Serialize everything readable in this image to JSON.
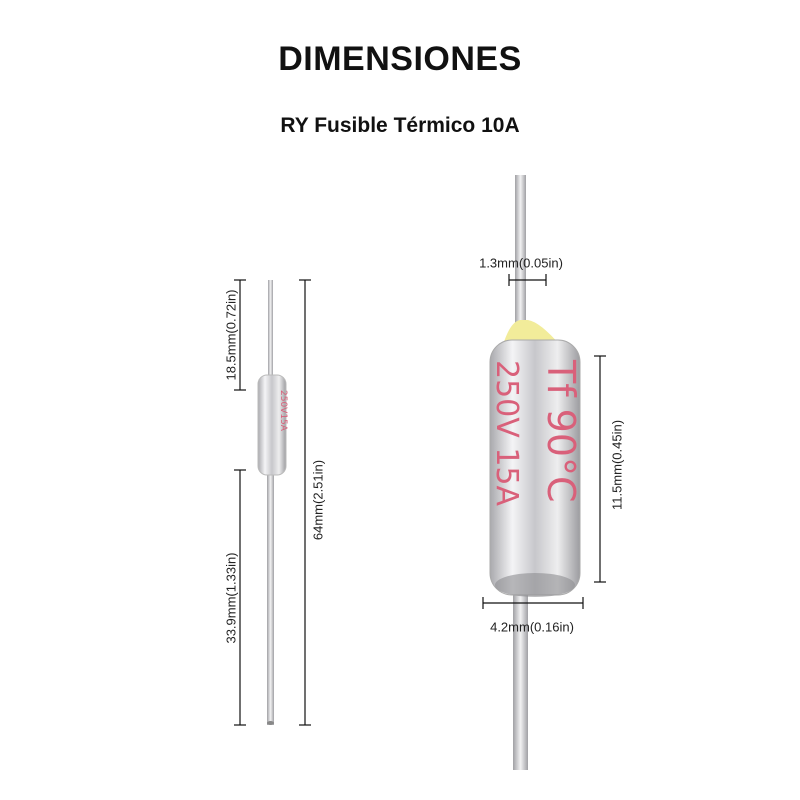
{
  "header": {
    "title": "DIMENSIONES",
    "subtitle": "RY Fusible Térmico 10A"
  },
  "small_fuse": {
    "dimensions": {
      "lead_top": "18.5mm(0.72in)",
      "lead_bottom": "33.9mm(1.33in)",
      "total_length": "64mm(2.51in)"
    }
  },
  "large_fuse": {
    "dimensions": {
      "lead_diameter": "1.3mm(0.05in)",
      "body_length": "11.5mm(0.45in)",
      "body_diameter": "4.2mm(0.16in)"
    },
    "marking": {
      "temperature": "Tf 90°C",
      "rating": "250V 15A"
    }
  },
  "colors": {
    "marking": "#d9607a",
    "cap": "#f2ec9a",
    "metal": "#d9d9dc"
  }
}
